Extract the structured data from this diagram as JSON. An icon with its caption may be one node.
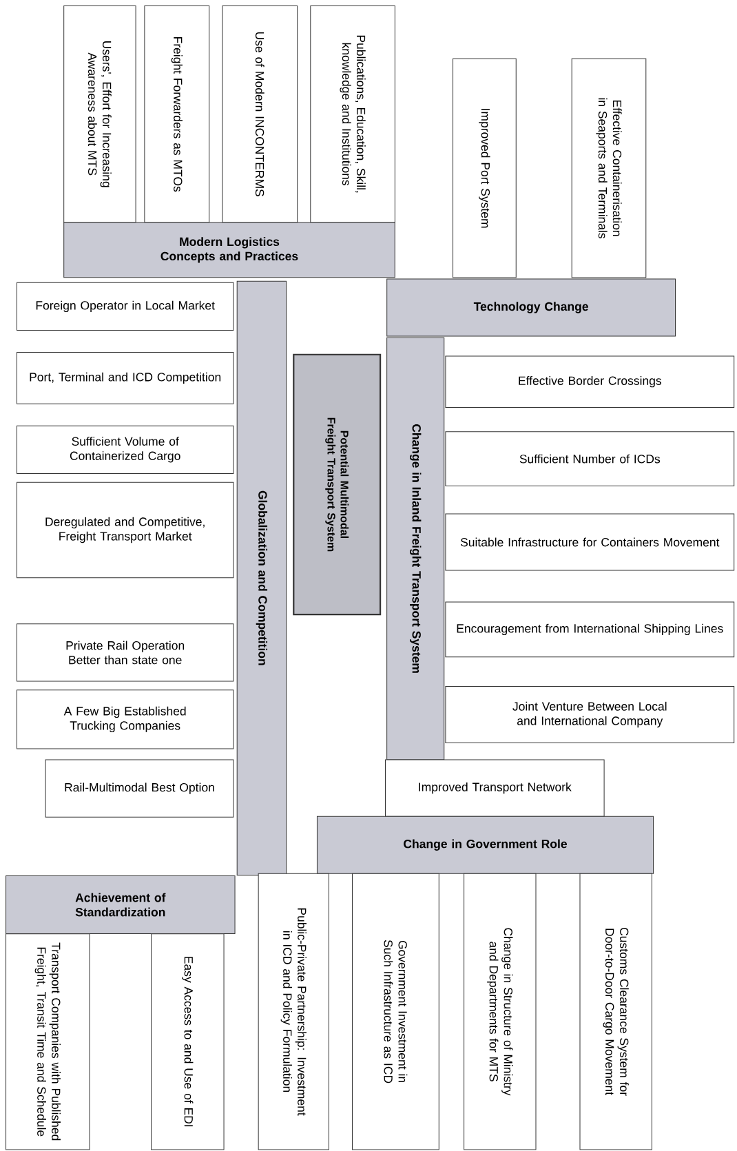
{
  "diagram": {
    "nodes": [
      {
        "text": [
          "Users', Effort for Increasing Awareness about MTS"
        ]
      },
      {
        "text": [
          "Freight Forwarders as MTOs"
        ]
      },
      {
        "text": [
          "Use of Modern INCONTERMS"
        ]
      },
      {
        "text": [
          "Publications, Education, Skill, knowledge and Institutions"
        ]
      },
      {
        "text": [
          "Improved Port System"
        ]
      },
      {
        "text": [
          "Effective Containerisation in Seaports and Terminals"
        ]
      },
      {
        "text": [
          "Modern Logistics Concepts and Practices"
        ]
      },
      {
        "text": [
          "Foreign Operator in Local Market"
        ]
      },
      {
        "text": [
          "Technology Change"
        ]
      },
      {
        "text": [
          "Globalization and Competition"
        ]
      },
      {
        "text": [
          "Potential Multimodal Freight Transport System"
        ]
      },
      {
        "text": [
          "Change in Inland Freight Transport System"
        ]
      },
      {
        "text": [
          "Port, Terminal and ICD Competition"
        ]
      },
      {
        "text": [
          "Effective Border Crossings"
        ]
      },
      {
        "text": [
          "Sufficient Volume of Containerized Cargo"
        ]
      },
      {
        "text": [
          "Sufficient Number of ICDs"
        ]
      },
      {
        "text": [
          "Deregulated and Competitive, Freight Transport Market"
        ]
      },
      {
        "text": [
          "Suitable Infrastructure for Containers Movement"
        ]
      },
      {
        "text": [
          "Encouragement from International Shipping Lines"
        ]
      },
      {
        "text": [
          "Private Rail Operation Better than state one"
        ]
      },
      {
        "text": [
          "Joint Venture Between Local and International Company"
        ]
      },
      {
        "text": [
          "A Few Big Established Trucking Companies"
        ]
      },
      {
        "text": [
          "Improved Transport Network"
        ]
      },
      {
        "text": [
          "Rail-Multimodal Best Option"
        ]
      },
      {
        "text": [
          "Change in Government Role"
        ]
      },
      {
        "text": [
          "Achievement of Standardization"
        ]
      },
      {
        "text": [
          "Public-Private Partnership: Investment in ICD and Policy Formulation"
        ]
      },
      {
        "text": [
          "Government Investment in Such Infrastructure as ICD"
        ]
      },
      {
        "text": [
          "Change in Structure of Ministry and Departments for MTS"
        ]
      },
      {
        "text": [
          "Customs Clearance System for Door-to-Door Cargo Movement"
        ]
      },
      {
        "text": [
          "Transport Companies with Published Freight, Transit Time and Schedule"
        ]
      },
      {
        "text": [
          "Easy Access to and Use of EDI"
        ]
      }
    ],
    "edges": []
  }
}
